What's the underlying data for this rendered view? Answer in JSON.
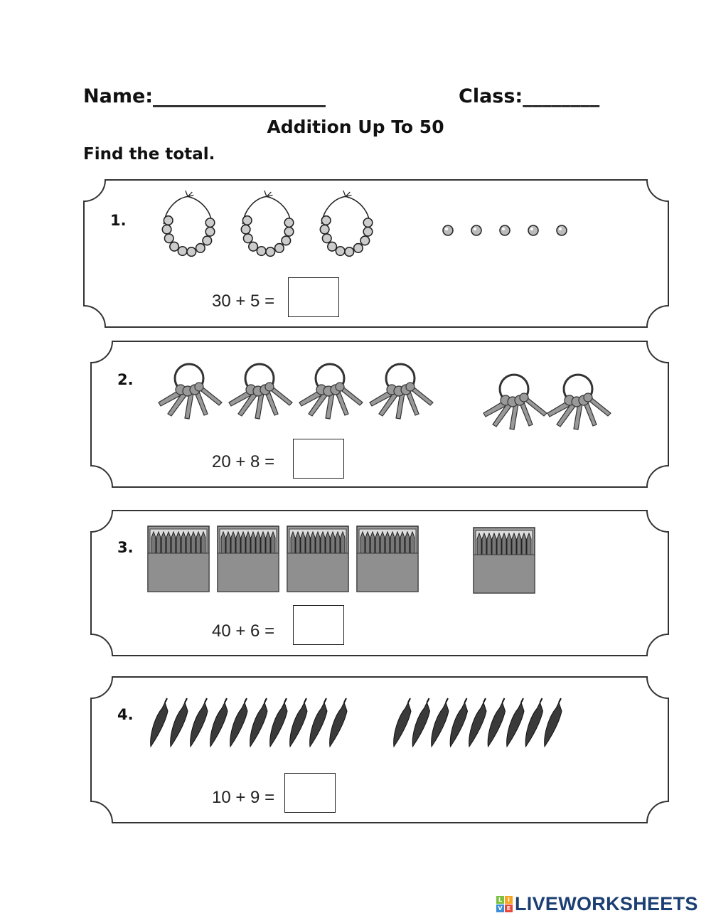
{
  "header": {
    "name_label": "Name:__________________",
    "class_label": "Class:________",
    "title": "Addition Up To 50",
    "instruction": "Find the total."
  },
  "questions": [
    {
      "number": "1.",
      "equation": "30 + 5 =",
      "item": "bead-necklace",
      "groups": 3,
      "singles": 5,
      "answer": ""
    },
    {
      "number": "2.",
      "equation": "20 + 8 =",
      "item": "key-ring",
      "groups": 4,
      "singles": 2,
      "answer": ""
    },
    {
      "number": "3.",
      "equation": "40 + 6 =",
      "item": "crayon-box",
      "groups": 4,
      "singles": 1,
      "answer": ""
    },
    {
      "number": "4.",
      "equation": "10 + 9 =",
      "item": "chili",
      "groups": 10,
      "singles": 9,
      "answer": ""
    }
  ],
  "footer": {
    "logo_text": "LIVEWORKSHEETS",
    "logo_badge": [
      "L",
      "I",
      "V",
      "E"
    ],
    "logo_colors": [
      "#7cc242",
      "#f5a623",
      "#3b8ed8",
      "#e8483b"
    ],
    "brand_color": "#1c3f73"
  }
}
